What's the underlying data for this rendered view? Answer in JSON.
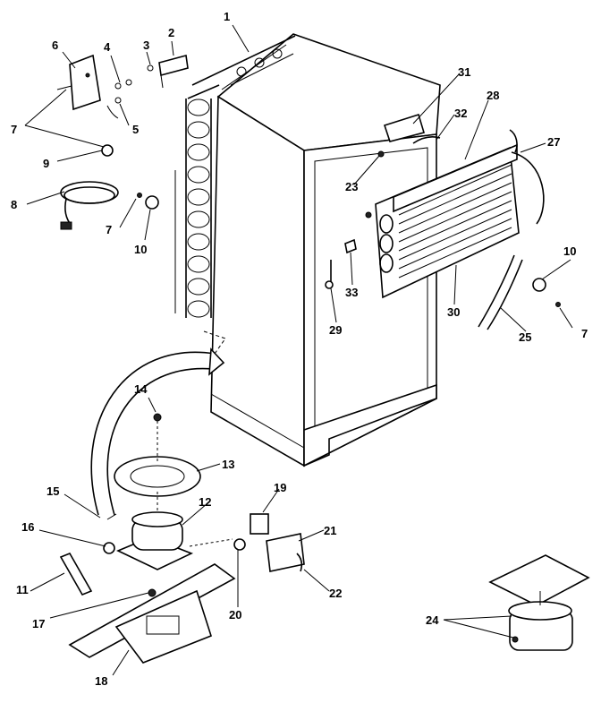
{
  "diagram": {
    "callouts": [
      "1",
      "2",
      "3",
      "4",
      "5",
      "6",
      "7",
      "7",
      "7",
      "8",
      "9",
      "10",
      "10",
      "11",
      "12",
      "13",
      "14",
      "15",
      "16",
      "17",
      "18",
      "19",
      "20",
      "21",
      "22",
      "23",
      "24",
      "25",
      "27",
      "28",
      "29",
      "30",
      "31",
      "32",
      "33"
    ]
  }
}
